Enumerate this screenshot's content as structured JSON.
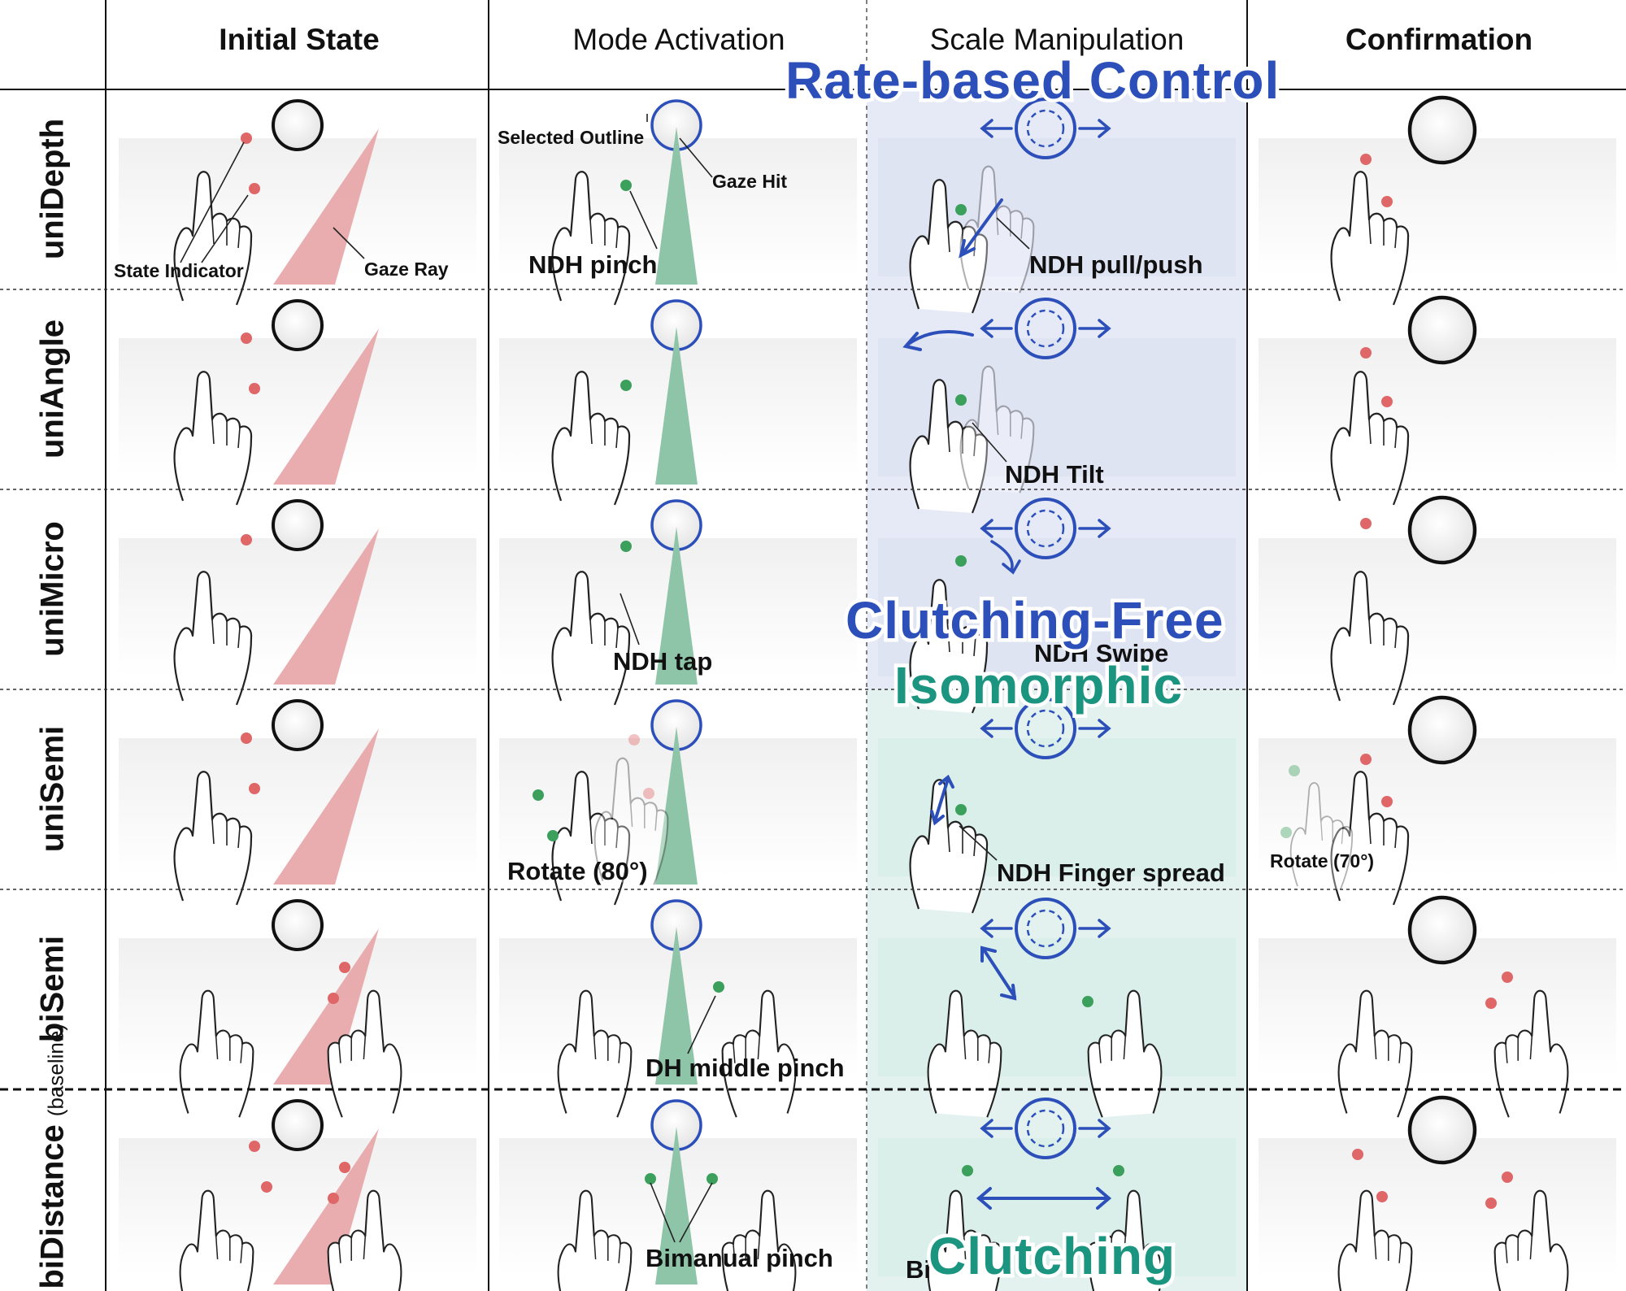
{
  "headers": {
    "initial": "Initial State",
    "mode": "Mode Activation",
    "scale": "Scale Manipulation",
    "confirm": "Confirmation"
  },
  "rows": [
    {
      "label": "uniDepth"
    },
    {
      "label": "uniAngle"
    },
    {
      "label": "uniMicro"
    },
    {
      "label": "uniSemi"
    },
    {
      "label": "biSemi"
    },
    {
      "label": "biDistance",
      "sublabel": "(baseline)"
    }
  ],
  "captions": {
    "state_indicator": "State Indicator",
    "gaze_ray": "Gaze Ray",
    "selected_outline": "Selected Outline",
    "gaze_hit": "Gaze Hit",
    "ndh_pinch": "NDH pinch",
    "ndh_pull_push": "NDH pull/push",
    "ndh_tilt": "NDH Tilt",
    "ndh_tap": "NDH tap",
    "ndh_swipe": "NDH Swipe",
    "rotate_80": "Rotate (80°)",
    "ndh_finger_spread": "NDH Finger spread",
    "rotate_70": "Rotate (70°)",
    "dh_middle_pinch": "DH middle pinch",
    "bimanual_pinch": "Bimanual pinch",
    "bimanual_short": "Bi"
  },
  "banners": {
    "rate_based": "Rate-based Control",
    "clutching_free": "Clutching-Free",
    "isomorphic": "Isomorphic",
    "clutching": "Clutching"
  },
  "colors": {
    "rate_bg": "#e6eaf6",
    "iso_bg": "#e3f2ef",
    "blue": "#2c4fb9",
    "teal": "#1b957f",
    "gaze_ray": "#e7a4a6",
    "mode_ray": "#8ec4a7",
    "finger_red": "#e06767",
    "finger_green": "#3aa05c"
  },
  "icons": [
    "hand-gesture-icon",
    "target-sphere-icon",
    "gaze-ray-icon",
    "scale-arrows-icon"
  ]
}
